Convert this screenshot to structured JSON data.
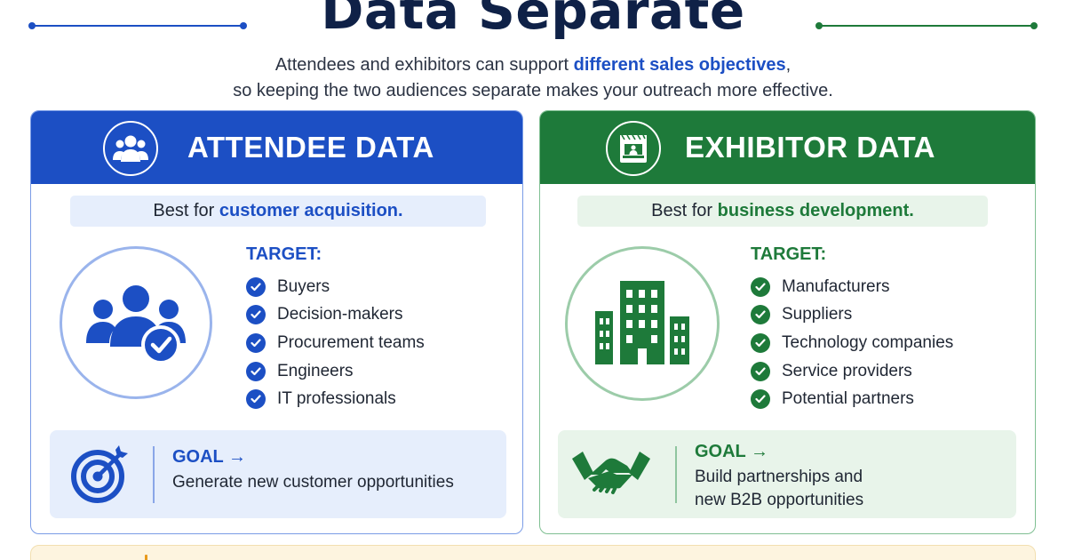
{
  "header": {
    "title": "Data Separate",
    "subtitle_line1_pre": "Attendees and exhibitors can support ",
    "subtitle_line1_highlight": "different sales objectives",
    "subtitle_line1_post": ",",
    "subtitle_line2": "so keeping the two audiences separate makes your outreach more effective."
  },
  "attendee": {
    "title": "ATTENDEE DATA",
    "best_prefix": "Best for ",
    "best_highlight": "customer acquisition.",
    "target_label": "TARGET:",
    "targets": [
      "Buyers",
      "Decision-makers",
      "Procurement teams",
      "Engineers",
      "IT professionals"
    ],
    "goal_label": "GOAL →",
    "goal_text": "Generate new customer opportunities"
  },
  "exhibitor": {
    "title": "EXHIBITOR DATA",
    "best_prefix": "Best for ",
    "best_highlight": "business development.",
    "target_label": "TARGET:",
    "targets": [
      "Manufacturers",
      "Suppliers",
      "Technology companies",
      "Service providers",
      "Potential partners"
    ],
    "goal_label": "GOAL →",
    "goal_text_line1": "Build partnerships and",
    "goal_text_line2": "new B2B opportunities"
  },
  "colors": {
    "attendee_accent": "#1c4fc4",
    "exhibitor_accent": "#1e7a3a",
    "title_color": "#0f2147"
  },
  "icons": {
    "attendee_header": "people-group-icon",
    "exhibitor_header": "booth-icon",
    "attendee_hero": "users-check-icon",
    "exhibitor_hero": "buildings-icon",
    "attendee_goal": "target-icon",
    "exhibitor_goal": "handshake-icon"
  }
}
